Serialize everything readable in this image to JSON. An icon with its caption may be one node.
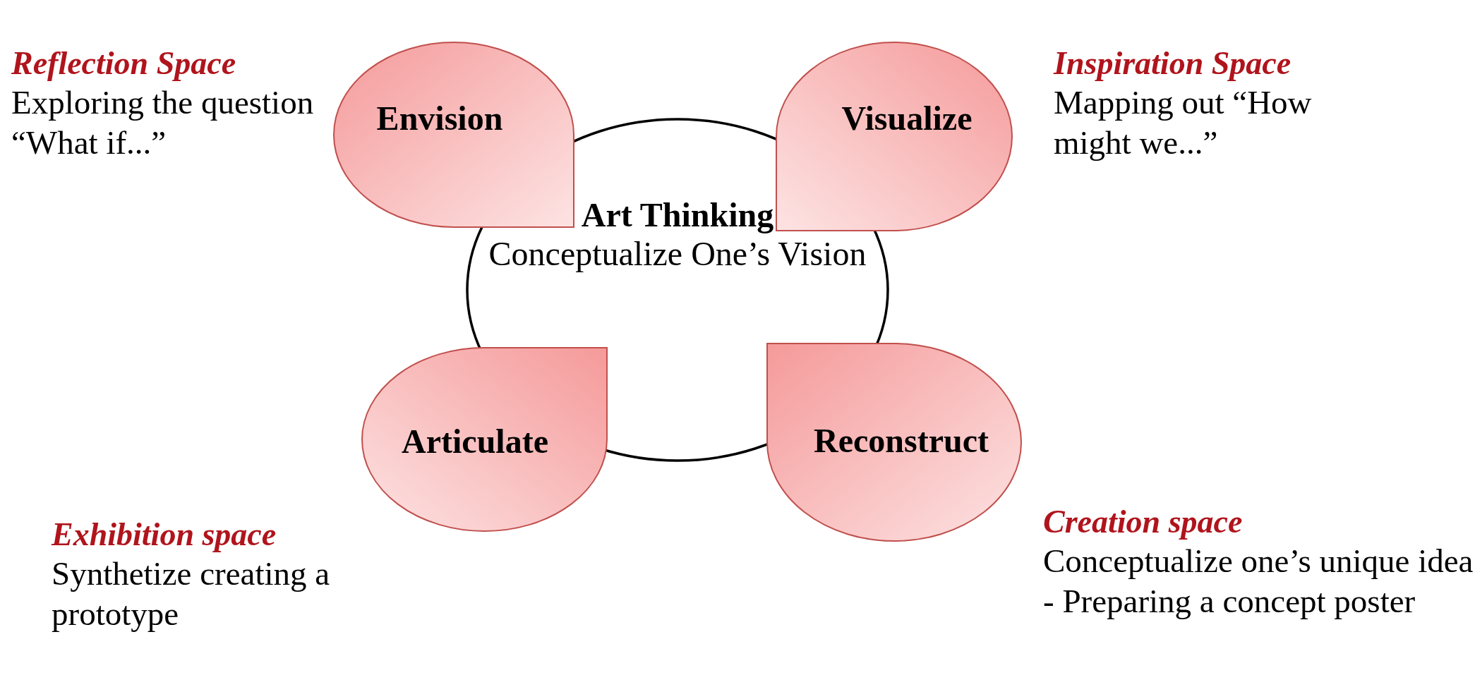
{
  "diagram": {
    "nodes": [
      {
        "text": [
          "Art Thinking",
          "Conceptualize One’s Vision"
        ]
      },
      {
        "text": [
          "Envision"
        ],
        "beside": [
          "Reflection Space",
          "Exploring the question “What if...”"
        ]
      },
      {
        "text": [
          "Visualize"
        ],
        "beside": [
          "Inspiration Space",
          "Mapping out “How might we...”"
        ]
      },
      {
        "text": [
          "Articulate"
        ],
        "beside": [
          "Exhibition space",
          "Synthetize creating a prototype"
        ]
      },
      {
        "text": [
          "Reconstruct"
        ],
        "beside": [
          "Creation space",
          "Conceptualize one’s unique idea - Preparing a concept poster"
        ]
      }
    ],
    "edges": []
  }
}
